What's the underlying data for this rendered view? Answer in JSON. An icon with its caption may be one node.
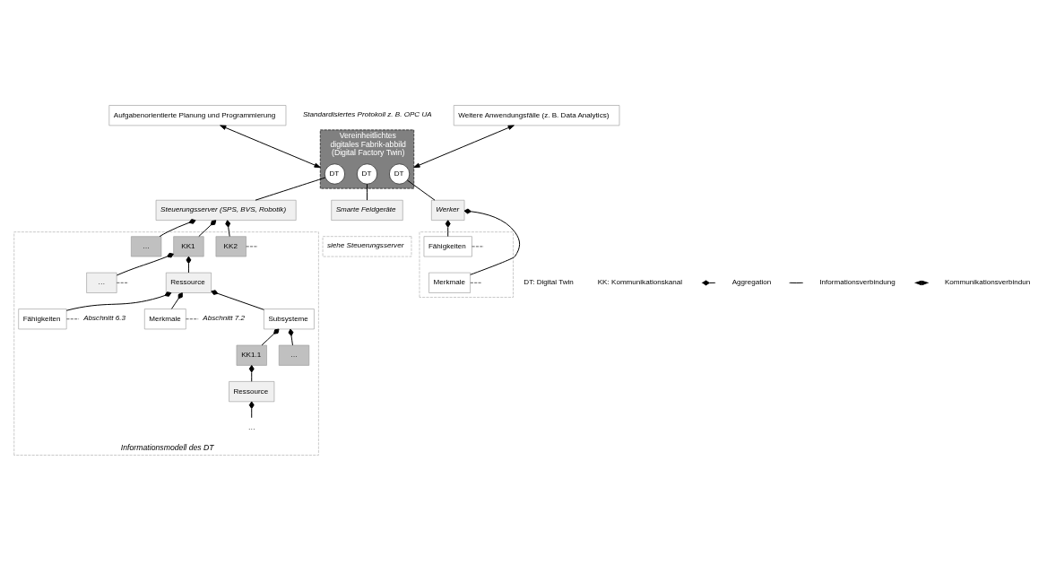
{
  "diagram": {
    "nodes": [
      {
        "text": [
          "Aufgabenorientierte Planung und Programmierung"
        ]
      },
      {
        "text": [
          "Weitere Anwendungsfälle (z. B. Data Analytics)"
        ]
      },
      {
        "text": [
          "Vereinheitlichtes digitales Fabrik-abbild (Digital Factory Twin)"
        ]
      },
      {
        "text": [
          "DT"
        ],
        "in": 2
      },
      {
        "text": [
          "DT"
        ],
        "in": 2
      },
      {
        "text": [
          "DT"
        ],
        "in": 2
      },
      {
        "text": [
          "Steuerungsserver (SPS, BVS, Robotik)"
        ]
      },
      {
        "text": [
          "Informationsmodell des DT"
        ]
      },
      {
        "text": [
          "KK1"
        ],
        "in": 7
      },
      {
        "text": [
          "KK2"
        ],
        "in": 7
      },
      {
        "text": [
          "…"
        ],
        "in": 7
      },
      {
        "text": [
          "Ressource"
        ],
        "in": 7
      },
      {
        "text": [
          "Fähigkeiten"
        ],
        "in": 7
      },
      {
        "text": [
          "Abschnitt 6.3"
        ],
        "in": 7
      },
      {
        "text": [
          "Merkmale"
        ],
        "in": 7
      },
      {
        "text": [
          "Abschnitt 7.2"
        ],
        "in": 7
      },
      {
        "text": [
          "Subsysteme"
        ],
        "in": 7
      },
      {
        "text": [
          "KK1.1"
        ],
        "in": 7
      },
      {
        "text": [
          "Ressource"
        ],
        "in": 7
      },
      {
        "text": [
          "…"
        ],
        "in": 7
      },
      {
        "text": [
          "…"
        ],
        "in": 7
      },
      {
        "text": [
          "…"
        ],
        "in": 7
      },
      {
        "text": [
          "Smarte Feldgeräte"
        ]
      },
      {
        "text": [
          "siehe Steuerungsserver"
        ]
      },
      {
        "text": [
          "Werker"
        ]
      },
      {
        "text": [],
        "shape": "box"
      },
      {
        "text": [
          "Fähigkeiten"
        ],
        "in": 25
      },
      {
        "text": [
          "Merkmale"
        ],
        "in": 25
      }
    ],
    "edges": [
      {
        "from": 0,
        "to": 2,
        "arrow": "both"
      },
      {
        "from": 1,
        "to": 2,
        "arrow": "both"
      },
      {
        "from": 3,
        "to": 6,
        "arrow": "none"
      },
      {
        "from": 4,
        "to": 22,
        "arrow": "none"
      },
      {
        "from": 5,
        "to": 24,
        "arrow": "none"
      },
      {
        "from": 6,
        "to": 8,
        "arrow": "other"
      },
      {
        "from": 6,
        "to": 9,
        "arrow": "other"
      },
      {
        "from": 6,
        "to": 10,
        "arrow": "other"
      },
      {
        "from": 8,
        "to": 11,
        "arrow": "other"
      },
      {
        "from": 8,
        "to": 19,
        "arrow": "other"
      },
      {
        "from": 11,
        "to": 12,
        "arrow": "other"
      },
      {
        "from": 11,
        "to": 14,
        "arrow": "other"
      },
      {
        "from": 11,
        "to": 16,
        "arrow": "other"
      },
      {
        "from": 16,
        "to": 17,
        "arrow": "other"
      },
      {
        "from": 16,
        "to": 20,
        "arrow": "other"
      },
      {
        "from": 17,
        "to": 18,
        "arrow": "other"
      },
      {
        "from": 18,
        "to": 21,
        "arrow": "other"
      },
      {
        "from": 9,
        "to": null,
        "arrow": "none",
        "style": "dashed"
      },
      {
        "from": 12,
        "to": 13,
        "arrow": "none",
        "style": "dashed"
      },
      {
        "from": 14,
        "to": 15,
        "arrow": "none",
        "style": "dashed"
      },
      {
        "from": 19,
        "to": null,
        "arrow": "none",
        "style": "dashed"
      },
      {
        "from": 24,
        "to": 26,
        "arrow": "other"
      },
      {
        "from": 24,
        "to": 27,
        "arrow": "other"
      },
      {
        "from": 26,
        "to": null,
        "arrow": "none",
        "style": "dashed"
      },
      {
        "from": 27,
        "to": null,
        "arrow": "none",
        "style": "dashed"
      }
    ],
    "labels": [
      "Standardisiertes Protokoll z. B. OPC UA",
      "DT: Digital Twin",
      "KK: Kommunikationskanal"
    ],
    "legend": [
      {
        "text": "Aggregation"
      },
      {
        "text": "Informationsverbindung"
      },
      {
        "text": "Kommunikationsverbindun"
      }
    ]
  }
}
